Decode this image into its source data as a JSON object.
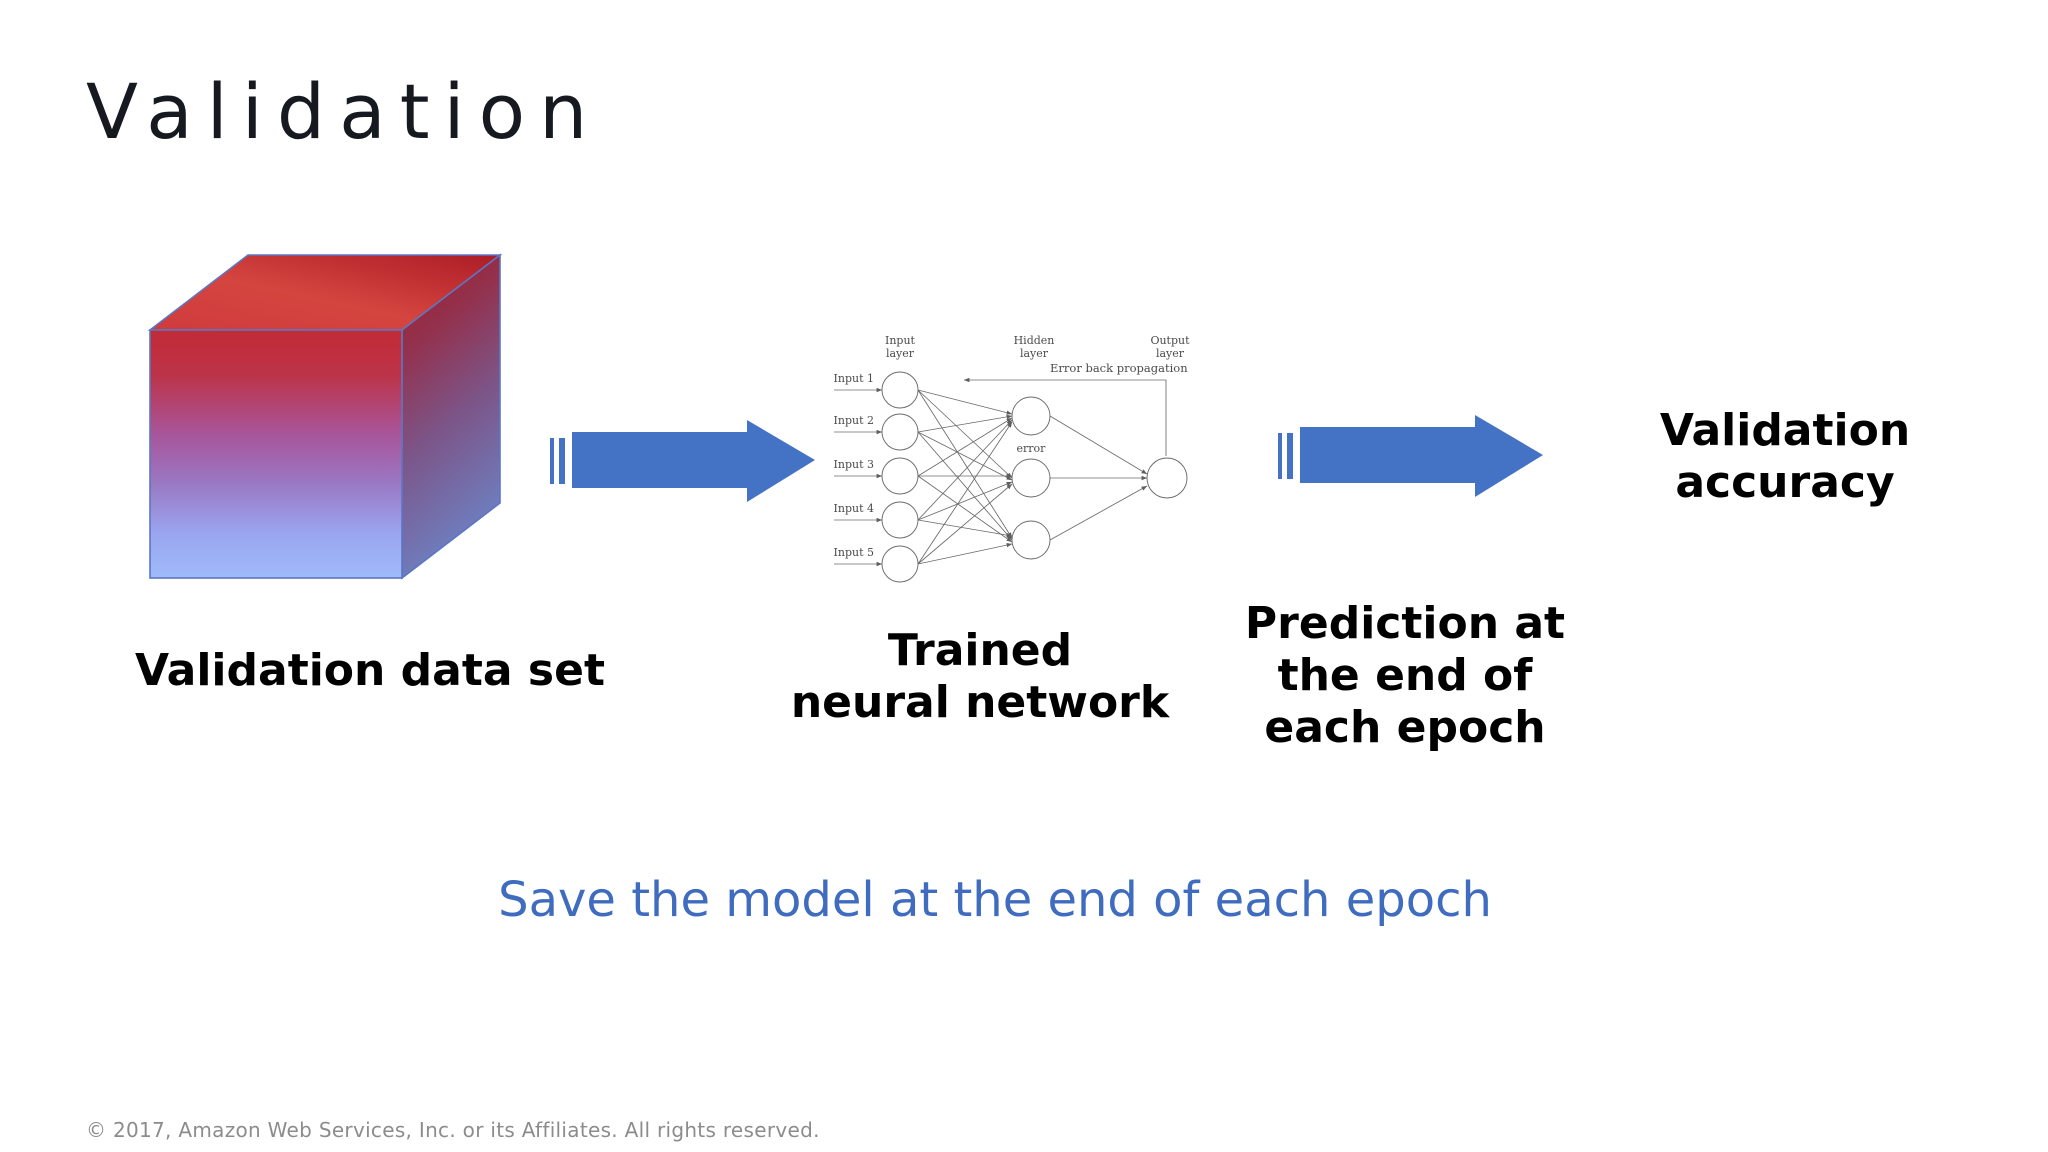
{
  "slide": {
    "title": "Validation",
    "background_color": "#ffffff",
    "accent_blue": "#4472c4",
    "note_blue": "#3f6cbf",
    "footer_gray": "#8c8c8c"
  },
  "captions": {
    "dataset": "Validation data set",
    "network_line1": "Trained",
    "network_line2": "neural network",
    "prediction_line1": "Prediction at",
    "prediction_line2": "the end of",
    "prediction_line3": "each epoch",
    "accuracy_line1": "Validation",
    "accuracy_line2": "accuracy"
  },
  "highlight_note": "Save the model at the end of each epoch",
  "footer": {
    "copyright": "© 2017, Amazon Web Services, Inc. or its Affiliates. All rights reserved."
  },
  "cube": {
    "name": "validation-data-cube",
    "front_gradient_top": "#c9303c",
    "front_gradient_bottom": "#9cb6f7",
    "top_gradient_left": "#d9453f",
    "top_gradient_right": "#b0202c",
    "side_gradient_top": "#a32028",
    "side_gradient_bottom": "#6f7fc0",
    "edge_color": "#5b76c4"
  },
  "arrows": [
    {
      "name": "arrow-data-to-network",
      "color": "#4472c4"
    },
    {
      "name": "arrow-network-to-accuracy",
      "color": "#4472c4"
    }
  ],
  "neural_network": {
    "layer_labels": {
      "input": "Input\nlayer",
      "input_l1": "Input",
      "input_l2": "layer",
      "hidden_l1": "Hidden",
      "hidden_l2": "layer",
      "output_l1": "Output",
      "output_l2": "layer"
    },
    "input_nodes": [
      "Input 1",
      "Input 2",
      "Input 3",
      "Input 4",
      "Input 5"
    ],
    "hidden_node_count": 3,
    "output_node_count": 1,
    "error_label": "error",
    "backprop_label": "Error back propagation",
    "stroke_color": "#6b6b6b"
  }
}
